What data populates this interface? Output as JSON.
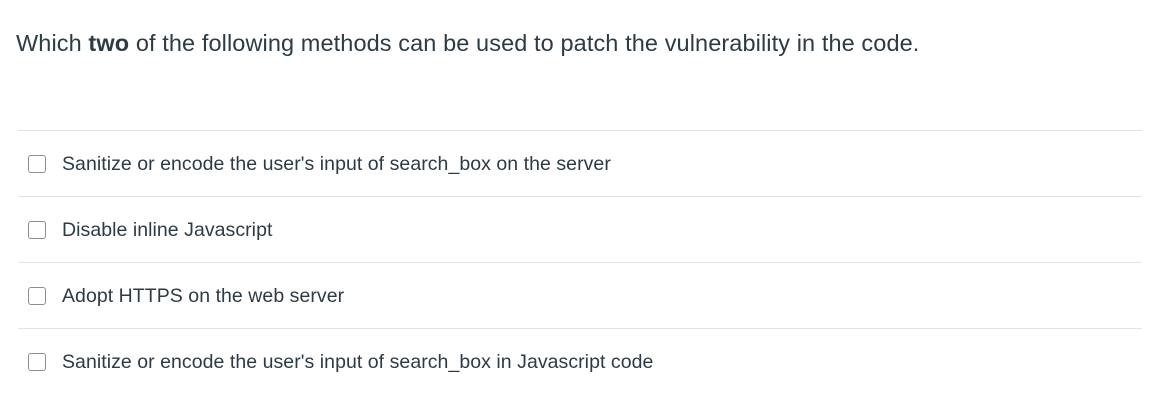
{
  "question": {
    "prompt_before": "Which ",
    "prompt_emphasis": "two",
    "prompt_after": " of the following methods can be used to patch the vulnerability in the code.",
    "full_text": "Which two of the following methods can be used to patch the vulnerability in the code.",
    "select_count": 2,
    "type": "multiple-answer"
  },
  "answers": [
    {
      "label": "Sanitize or encode the user's input of search_box on the server",
      "checked": false,
      "checkbox_icon": "checkbox-unchecked-icon"
    },
    {
      "label": "Disable inline Javascript",
      "checked": false,
      "checkbox_icon": "checkbox-unchecked-icon"
    },
    {
      "label": "Adopt HTTPS on the web server",
      "checked": false,
      "checkbox_icon": "checkbox-unchecked-icon"
    },
    {
      "label": "Sanitize or encode the user's input of search_box in Javascript code",
      "checked": false,
      "checkbox_icon": "checkbox-unchecked-icon"
    }
  ],
  "colors": {
    "text": "#2d3b45",
    "divider": "#e2e3e5",
    "checkbox_border": "#8b8f93",
    "background": "#ffffff"
  }
}
